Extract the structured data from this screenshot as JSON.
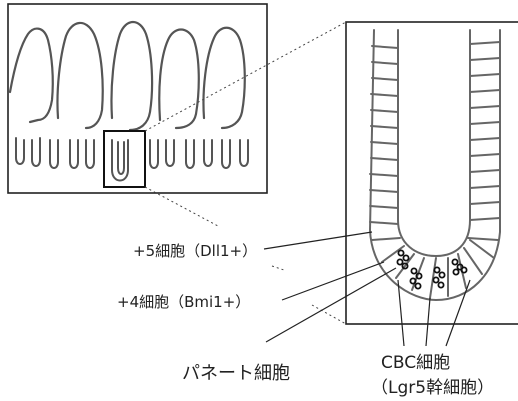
{
  "labels": {
    "plus5": "+5細胞（Dll1+）",
    "plus4": "+4細胞（Bmi1+）",
    "paneth": "パネート細胞",
    "cbc": "CBC細胞",
    "cbc_sub": "（Lgr5幹細胞）"
  }
}
